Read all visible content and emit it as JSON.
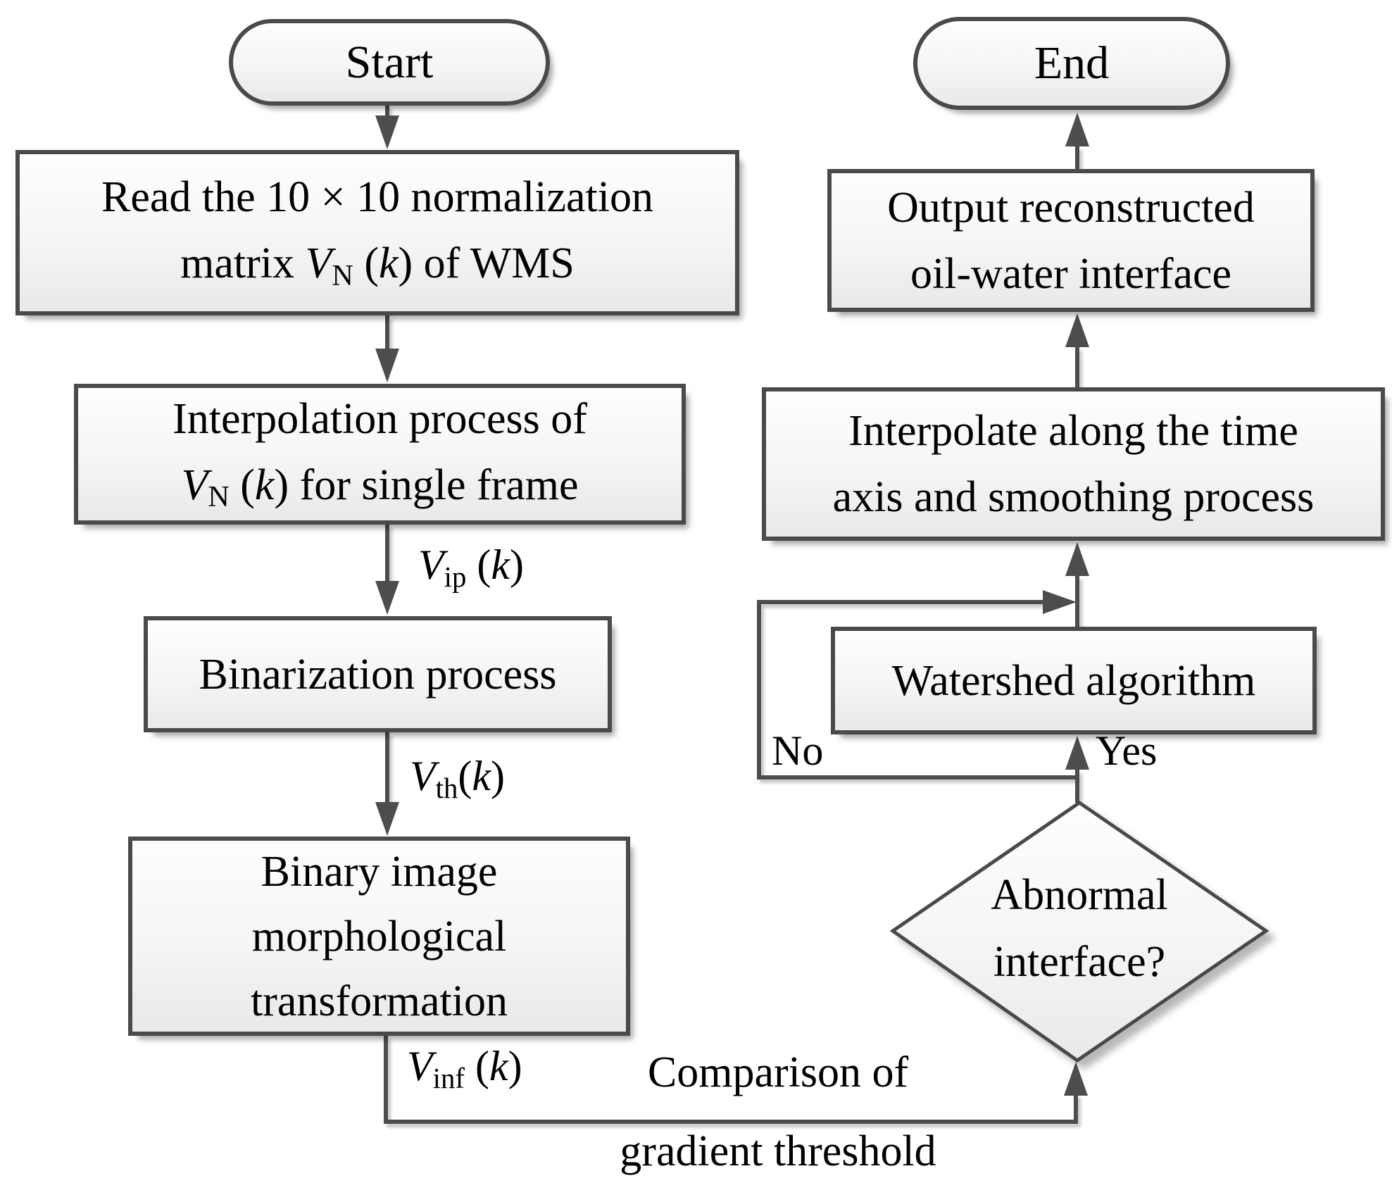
{
  "terminals": {
    "start": "Start",
    "end": "End"
  },
  "process_boxes": {
    "read": {
      "line1": "Read the 10 × 10 normalization",
      "line2": {
        "prefix": "matrix ",
        "v": "V",
        "sub": "N",
        "open": " (",
        "k": "k",
        "close": ") ",
        "suffix": "of WMS"
      }
    },
    "interpolation": {
      "line1": "Interpolation process of",
      "line2": {
        "v": "V",
        "sub": "N",
        "open": " (",
        "k": "k",
        "close": ") ",
        "suffix": "for single frame"
      }
    },
    "binarization": {
      "label": "Binarization process"
    },
    "morphology": {
      "line1": "Binary image",
      "line2": "morphological",
      "line3": "transformation"
    },
    "watershed": {
      "label": "Watershed algorithm"
    },
    "interpolate_time": {
      "line1": "Interpolate along the time",
      "line2": "axis and smoothing process"
    },
    "output": {
      "line1": "Output reconstructed",
      "line2": "oil-water interface"
    }
  },
  "decision": {
    "line1": "Abnormal",
    "line2": "interface?"
  },
  "edge_labels": {
    "vip": {
      "v": "V",
      "sub": "ip",
      "open": " (",
      "k": "k",
      "close": ")"
    },
    "vth": {
      "v": "V",
      "sub": "th",
      "open": "(",
      "k": "k",
      "close": ")"
    },
    "vinf": {
      "v": "V",
      "sub": "inf",
      "open": " (",
      "k": "k",
      "close": ")"
    },
    "no": "No",
    "yes": "Yes",
    "comparison_line1": "Comparison of",
    "comparison_line2": "gradient threshold"
  },
  "colors": {
    "line": "#4d4d4d",
    "border": "#4a4a4a",
    "text": "#000000",
    "fill_top": "#fefefe",
    "fill_bottom": "#e9e9e9"
  }
}
